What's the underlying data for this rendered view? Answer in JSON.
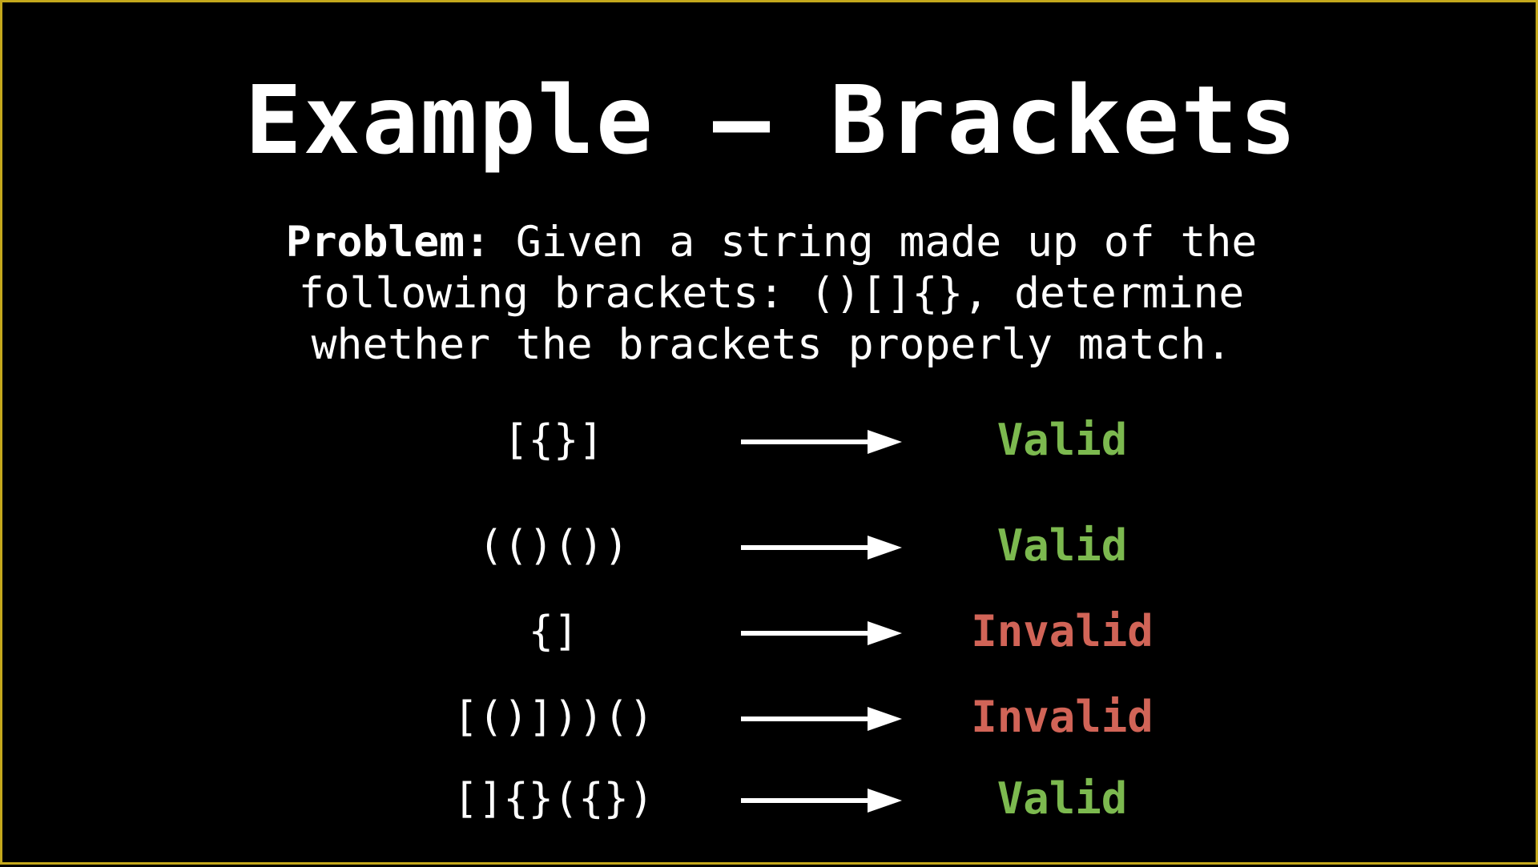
{
  "slide": {
    "title": "Example – Brackets",
    "problem": {
      "label": "Problem:",
      "line1_rest": " Given a string made up of the",
      "line2": "following brackets: ()[]{}, determine",
      "line3": "whether the brackets properly match."
    },
    "examples": [
      {
        "input": "[{}]",
        "result": "Valid",
        "status": "valid"
      },
      {
        "input": "(()())",
        "result": "Valid",
        "status": "valid"
      },
      {
        "input": "{]",
        "result": "Invalid",
        "status": "invalid"
      },
      {
        "input": "[()]))()",
        "result": "Invalid",
        "status": "invalid"
      },
      {
        "input": "[]{}({})",
        "result": "Valid",
        "status": "valid"
      }
    ]
  },
  "colors": {
    "background": "#000000",
    "frame": "#c4a81c",
    "text": "#ffffff",
    "valid": "#7cb94f",
    "invalid": "#d16457"
  },
  "icons": {
    "arrow": "right-arrow-icon"
  }
}
